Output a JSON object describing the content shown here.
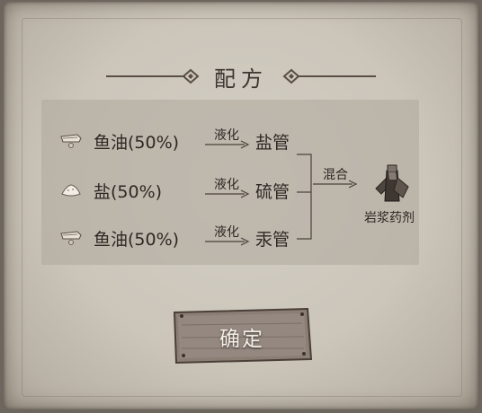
{
  "dialog": {
    "title": "配方",
    "confirm_label": "确定"
  },
  "recipe": {
    "ingredients": [
      {
        "label": "鱼油(50%)",
        "icon": "fish-oil-icon",
        "process": "液化",
        "product": "盐管"
      },
      {
        "label": "盐(50%)",
        "icon": "salt-icon",
        "process": "液化",
        "product": "硫管"
      },
      {
        "label": "鱼油(50%)",
        "icon": "fish-oil-icon",
        "process": "液化",
        "product": "汞管"
      }
    ],
    "combine_label": "混合",
    "result": {
      "label": "岩浆药剂",
      "icon": "potion-vial-icon"
    }
  },
  "colors": {
    "parchment": "#cbc5ba",
    "panel": "#b2aa9d",
    "text": "#2d2824",
    "button_wood": "#8a7d74"
  }
}
